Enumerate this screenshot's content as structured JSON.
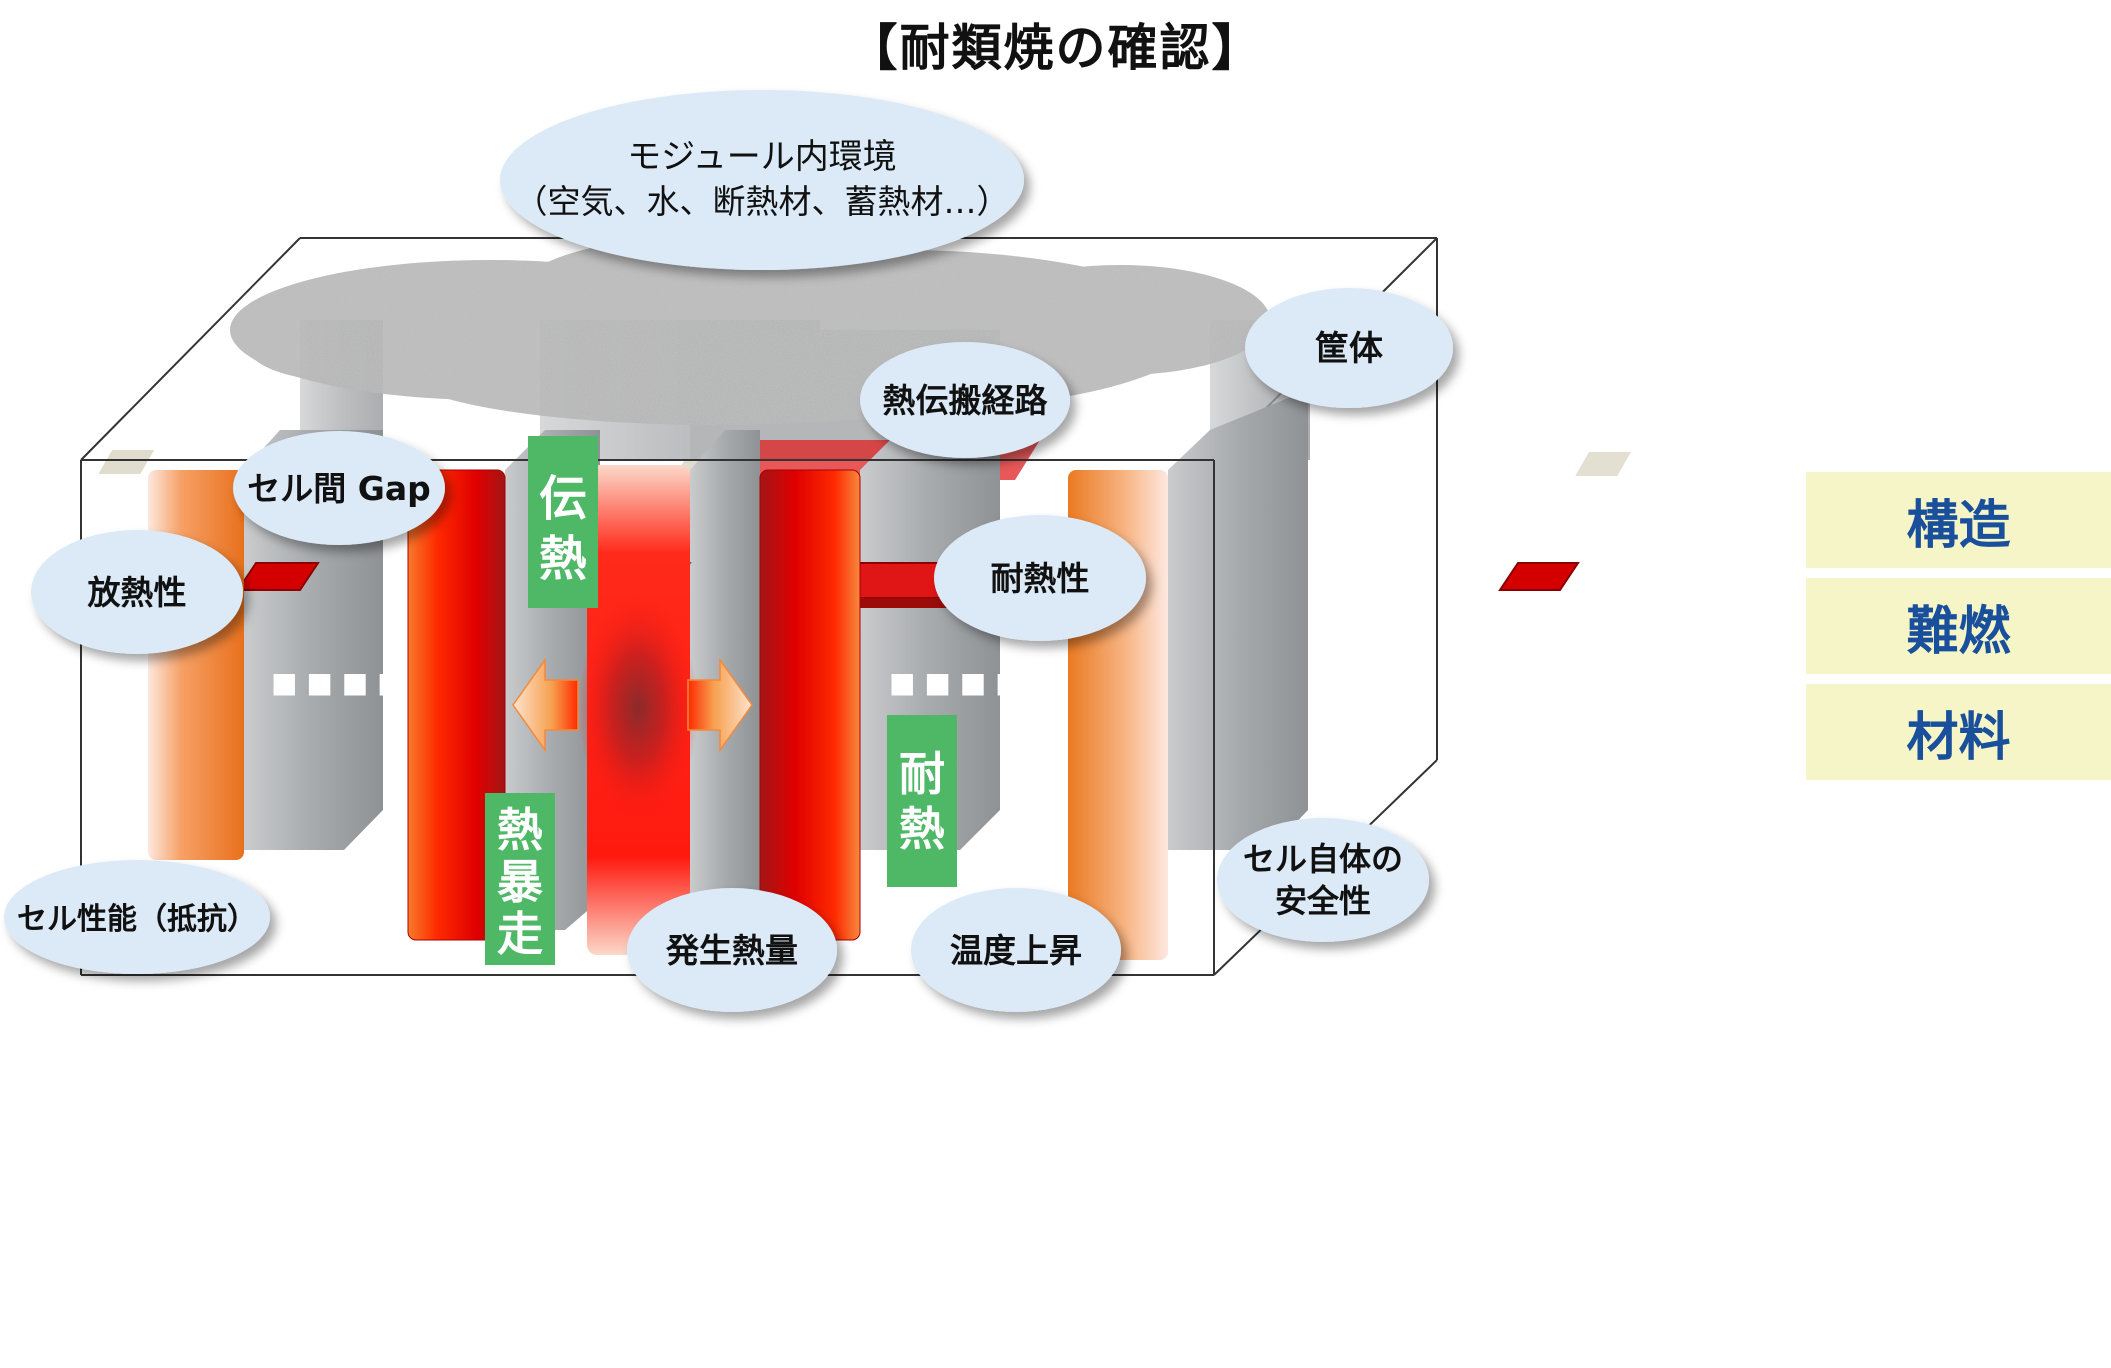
{
  "title": "【耐類焼の確認】",
  "colors": {
    "ellipse_fill": "#dceaf7",
    "green_label": "#4fb866",
    "side_box_fill": "#f5f5c8",
    "side_box_text": "#1a4f9c",
    "cell_gray": "#a4a7aa",
    "heat_red": "#ff0000",
    "orange": "#f07a1e"
  },
  "ellipses": {
    "module_env_1": "モジュール内環境",
    "module_env_2": "（空気、水、断熱材、蓄熱材…）",
    "casing": "筐体",
    "heat_path": "熱伝搬経路",
    "cell_gap": "セル間 Gap",
    "heat_dissipation": "放熱性",
    "heat_resistance": "耐熱性",
    "cell_performance": "セル性能（抵抗）",
    "heat_generation": "発生熱量",
    "temp_rise": "温度上昇",
    "cell_safety_1": "セル自体の",
    "cell_safety_2": "安全性"
  },
  "green_labels": {
    "conduction": [
      "伝",
      "熱"
    ],
    "thermal_runaway": [
      "熱",
      "暴",
      "走"
    ],
    "heat_proof": [
      "耐",
      "熱"
    ]
  },
  "side_boxes": [
    "構造",
    "難燃",
    "材料"
  ],
  "dots": "■ ■ ■ ■"
}
